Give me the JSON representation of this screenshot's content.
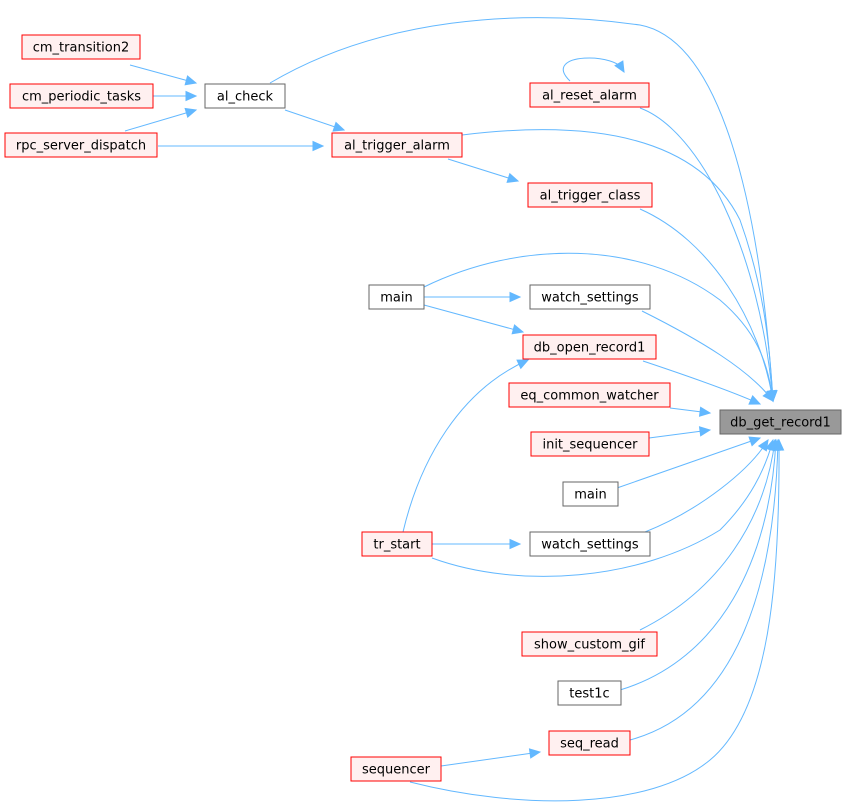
{
  "diagram": {
    "nodes": [
      {
        "id": "target",
        "label": "db_get_record1",
        "style": "focus"
      },
      {
        "id": "cm_transition2",
        "label": "cm_transition2",
        "style": "red"
      },
      {
        "id": "cm_periodic_tasks",
        "label": "cm_periodic_tasks",
        "style": "red"
      },
      {
        "id": "rpc_server_dispatch",
        "label": "rpc_server_dispatch",
        "style": "red"
      },
      {
        "id": "al_check",
        "label": "al_check",
        "style": "black"
      },
      {
        "id": "al_reset_alarm",
        "label": "al_reset_alarm",
        "style": "red"
      },
      {
        "id": "al_trigger_alarm",
        "label": "al_trigger_alarm",
        "style": "red"
      },
      {
        "id": "al_trigger_class",
        "label": "al_trigger_class",
        "style": "red"
      },
      {
        "id": "main1",
        "label": "main",
        "style": "black"
      },
      {
        "id": "watch_settings1",
        "label": "watch_settings",
        "style": "black"
      },
      {
        "id": "db_open_record1",
        "label": "db_open_record1",
        "style": "red"
      },
      {
        "id": "eq_common_watcher",
        "label": "eq_common_watcher",
        "style": "red"
      },
      {
        "id": "init_sequencer",
        "label": "init_sequencer",
        "style": "red"
      },
      {
        "id": "main2",
        "label": "main",
        "style": "black"
      },
      {
        "id": "tr_start",
        "label": "tr_start",
        "style": "red"
      },
      {
        "id": "watch_settings2",
        "label": "watch_settings",
        "style": "black"
      },
      {
        "id": "show_custom_gif",
        "label": "show_custom_gif",
        "style": "red"
      },
      {
        "id": "test1c",
        "label": "test1c",
        "style": "black"
      },
      {
        "id": "seq_read",
        "label": "seq_read",
        "style": "red"
      },
      {
        "id": "sequencer",
        "label": "sequencer",
        "style": "red"
      }
    ],
    "edges": [
      {
        "from": "cm_transition2",
        "to": "al_check"
      },
      {
        "from": "cm_periodic_tasks",
        "to": "al_check"
      },
      {
        "from": "rpc_server_dispatch",
        "to": "al_check"
      },
      {
        "from": "rpc_server_dispatch",
        "to": "al_trigger_alarm"
      },
      {
        "from": "al_check",
        "to": "al_trigger_alarm"
      },
      {
        "from": "al_check",
        "to": "target"
      },
      {
        "from": "al_reset_alarm",
        "to": "al_reset_alarm"
      },
      {
        "from": "al_reset_alarm",
        "to": "target"
      },
      {
        "from": "al_trigger_alarm",
        "to": "al_trigger_class"
      },
      {
        "from": "al_trigger_alarm",
        "to": "target"
      },
      {
        "from": "al_trigger_class",
        "to": "target"
      },
      {
        "from": "main1",
        "to": "watch_settings1"
      },
      {
        "from": "main1",
        "to": "db_open_record1"
      },
      {
        "from": "main1",
        "to": "target"
      },
      {
        "from": "watch_settings1",
        "to": "target"
      },
      {
        "from": "db_open_record1",
        "to": "target"
      },
      {
        "from": "eq_common_watcher",
        "to": "target"
      },
      {
        "from": "init_sequencer",
        "to": "target"
      },
      {
        "from": "main2",
        "to": "target"
      },
      {
        "from": "tr_start",
        "to": "db_open_record1"
      },
      {
        "from": "tr_start",
        "to": "watch_settings2"
      },
      {
        "from": "tr_start",
        "to": "target"
      },
      {
        "from": "watch_settings2",
        "to": "target"
      },
      {
        "from": "show_custom_gif",
        "to": "target"
      },
      {
        "from": "test1c",
        "to": "target"
      },
      {
        "from": "seq_read",
        "to": "target"
      },
      {
        "from": "sequencer",
        "to": "seq_read"
      },
      {
        "from": "sequencer",
        "to": "target"
      }
    ]
  }
}
